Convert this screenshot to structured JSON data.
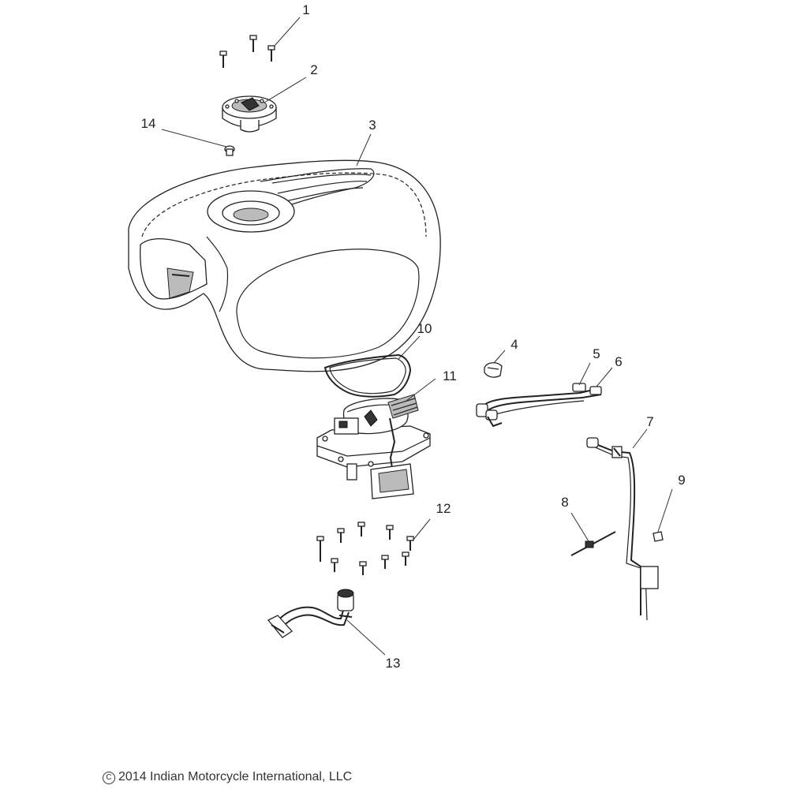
{
  "callouts": {
    "c1": "1",
    "c2": "2",
    "c3": "3",
    "c4": "4",
    "c5": "5",
    "c6": "6",
    "c7": "7",
    "c8": "8",
    "c9": "9",
    "c10": "10",
    "c11": "11",
    "c12": "12",
    "c13": "13",
    "c14": "14"
  },
  "footer": {
    "copyright_symbol": "C",
    "copyright_text": "2014 Indian Motorcycle International, LLC"
  }
}
